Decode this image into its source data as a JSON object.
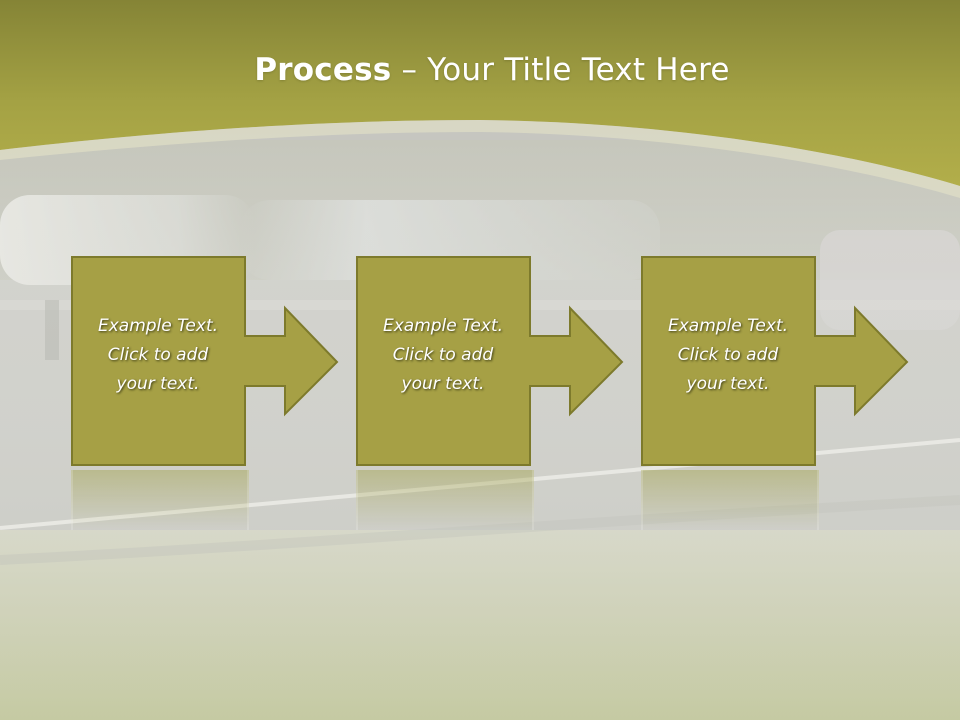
{
  "slide": {
    "title_bold": "Process",
    "title_rest": " – Your Title Text Here"
  },
  "steps": [
    {
      "line1": "Example Text.",
      "line2": "Click  to add",
      "line3": "your text."
    },
    {
      "line1": "Example Text.",
      "line2": "Click  to add",
      "line3": "your text."
    },
    {
      "line1": "Example Text.",
      "line2": "Click  to add",
      "line3": "your text."
    }
  ],
  "colors": {
    "header_olive": "#8c8a38",
    "header_olive_light": "#b0ac48",
    "box_fill": "#a6a045",
    "box_border": "#7d7a2c",
    "text": "#ffffff"
  }
}
